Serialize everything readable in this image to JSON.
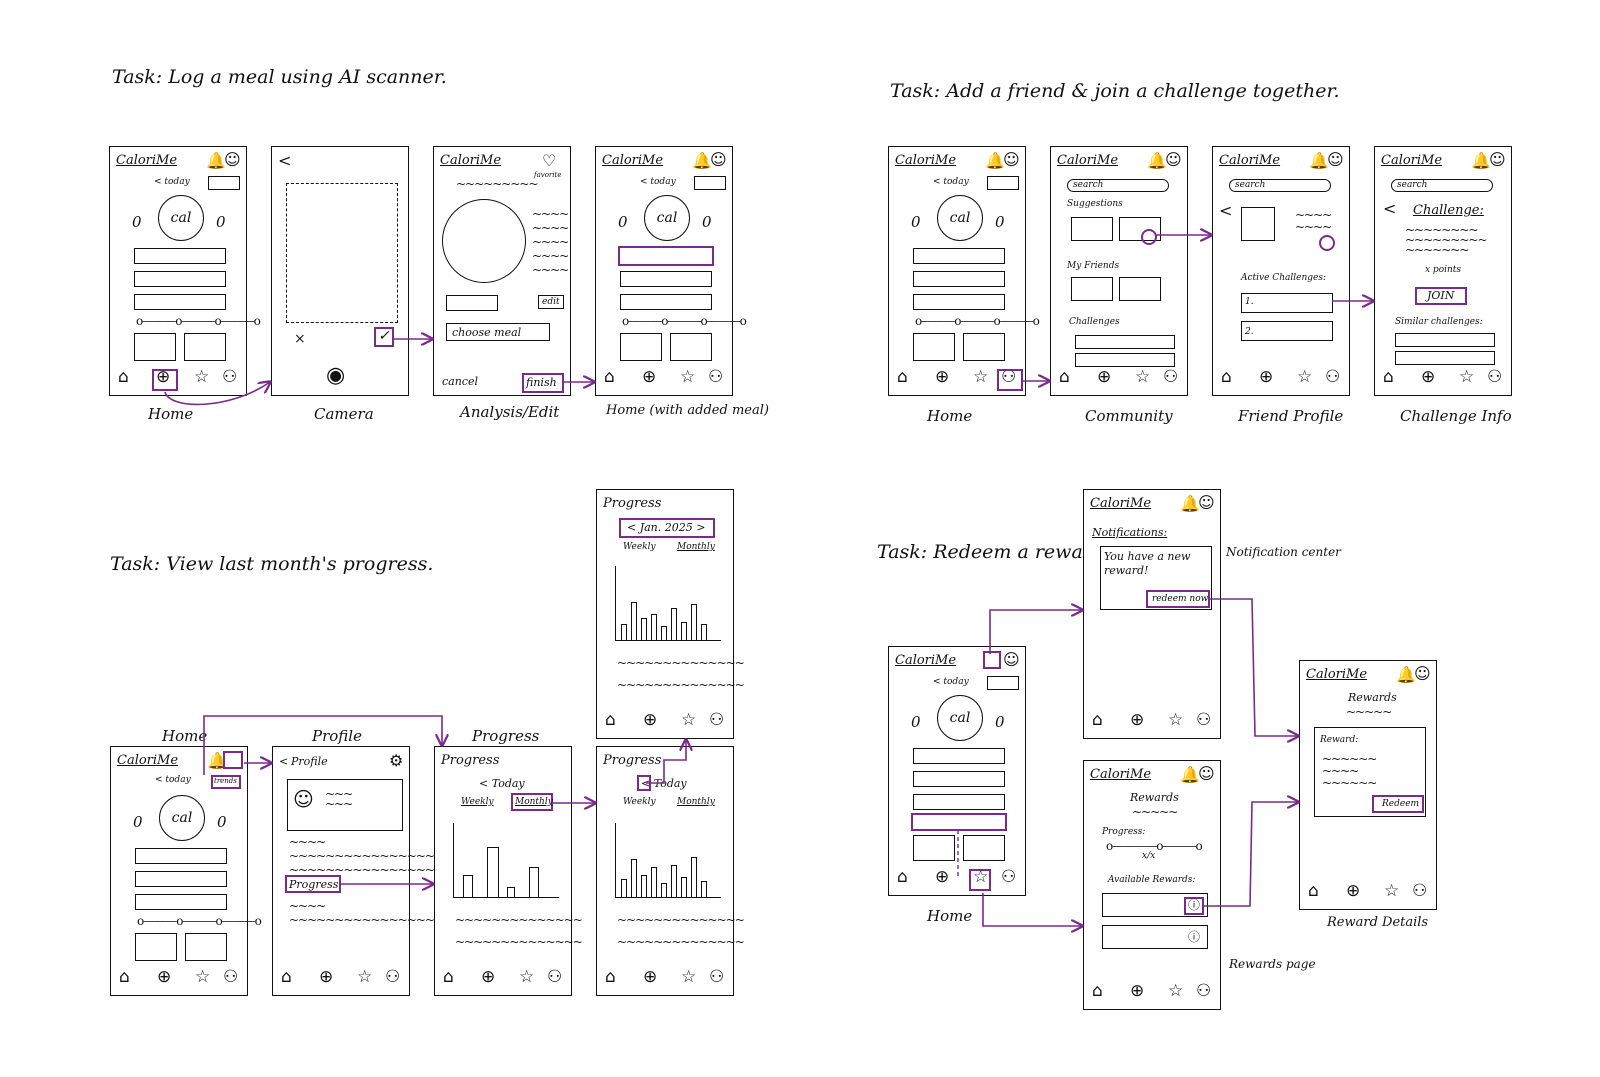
{
  "tasks": {
    "meal": "Task: Log a meal using AI scanner.",
    "friend": "Task: Add a friend & join a challenge together.",
    "progress": "Task: View last month's progress.",
    "reward": "Task: Redeem a reward."
  },
  "captions": {
    "home": "Home",
    "camera": "Camera",
    "analysis": "Analysis/Edit",
    "home_added": "Home (with added meal)",
    "community": "Community",
    "friend_profile": "Friend Profile",
    "challenge_info": "Challenge Info",
    "profile": "Profile",
    "progress": "Progress",
    "notification_center": "Notification center",
    "rewards_page": "Rewards page",
    "reward_details": "Reward Details"
  },
  "app": {
    "brand": "CaloriMe",
    "today": "< today",
    "cal": "cal",
    "zero": "0"
  },
  "analysis": {
    "favorite": "favorite",
    "edit": "edit",
    "choose_meal": "choose meal",
    "cancel": "cancel",
    "finish": "finish"
  },
  "community": {
    "search": "search",
    "suggestions": "Suggestions",
    "my_friends": "My Friends",
    "challenges": "Challenges"
  },
  "friend": {
    "search": "search",
    "active_challenges": "Active Challenges:",
    "item1": "1.",
    "item2": "2."
  },
  "challenge": {
    "search": "search",
    "title": "Challenge:",
    "points": "x points",
    "join": "JOIN",
    "similar": "Similar challenges:"
  },
  "profile": {
    "title": "Profile",
    "progress": "Progress",
    "home_badge": "trends"
  },
  "progress_screen": {
    "title": "Progress",
    "today": "< Today",
    "weekly": "Weekly",
    "monthly": "Monthly",
    "month": "< Jan. 2025 >"
  },
  "notifications": {
    "title": "Notifications:",
    "message": "You have a new reward!",
    "redeem_now": "redeem now"
  },
  "rewards": {
    "title": "Rewards",
    "progress": "Progress:",
    "ratio": "x/x",
    "available": "Available Rewards:",
    "reward_label": "Reward:",
    "redeem": "Redeem"
  },
  "colors": {
    "ink": "#111111",
    "accent": "#7a2a8a"
  },
  "icons": [
    "bell-icon",
    "profile-icon",
    "home-icon",
    "plus-icon",
    "star-icon",
    "people-icon",
    "heart-icon",
    "gear-icon",
    "check-icon",
    "shutter-icon",
    "info-icon"
  ]
}
